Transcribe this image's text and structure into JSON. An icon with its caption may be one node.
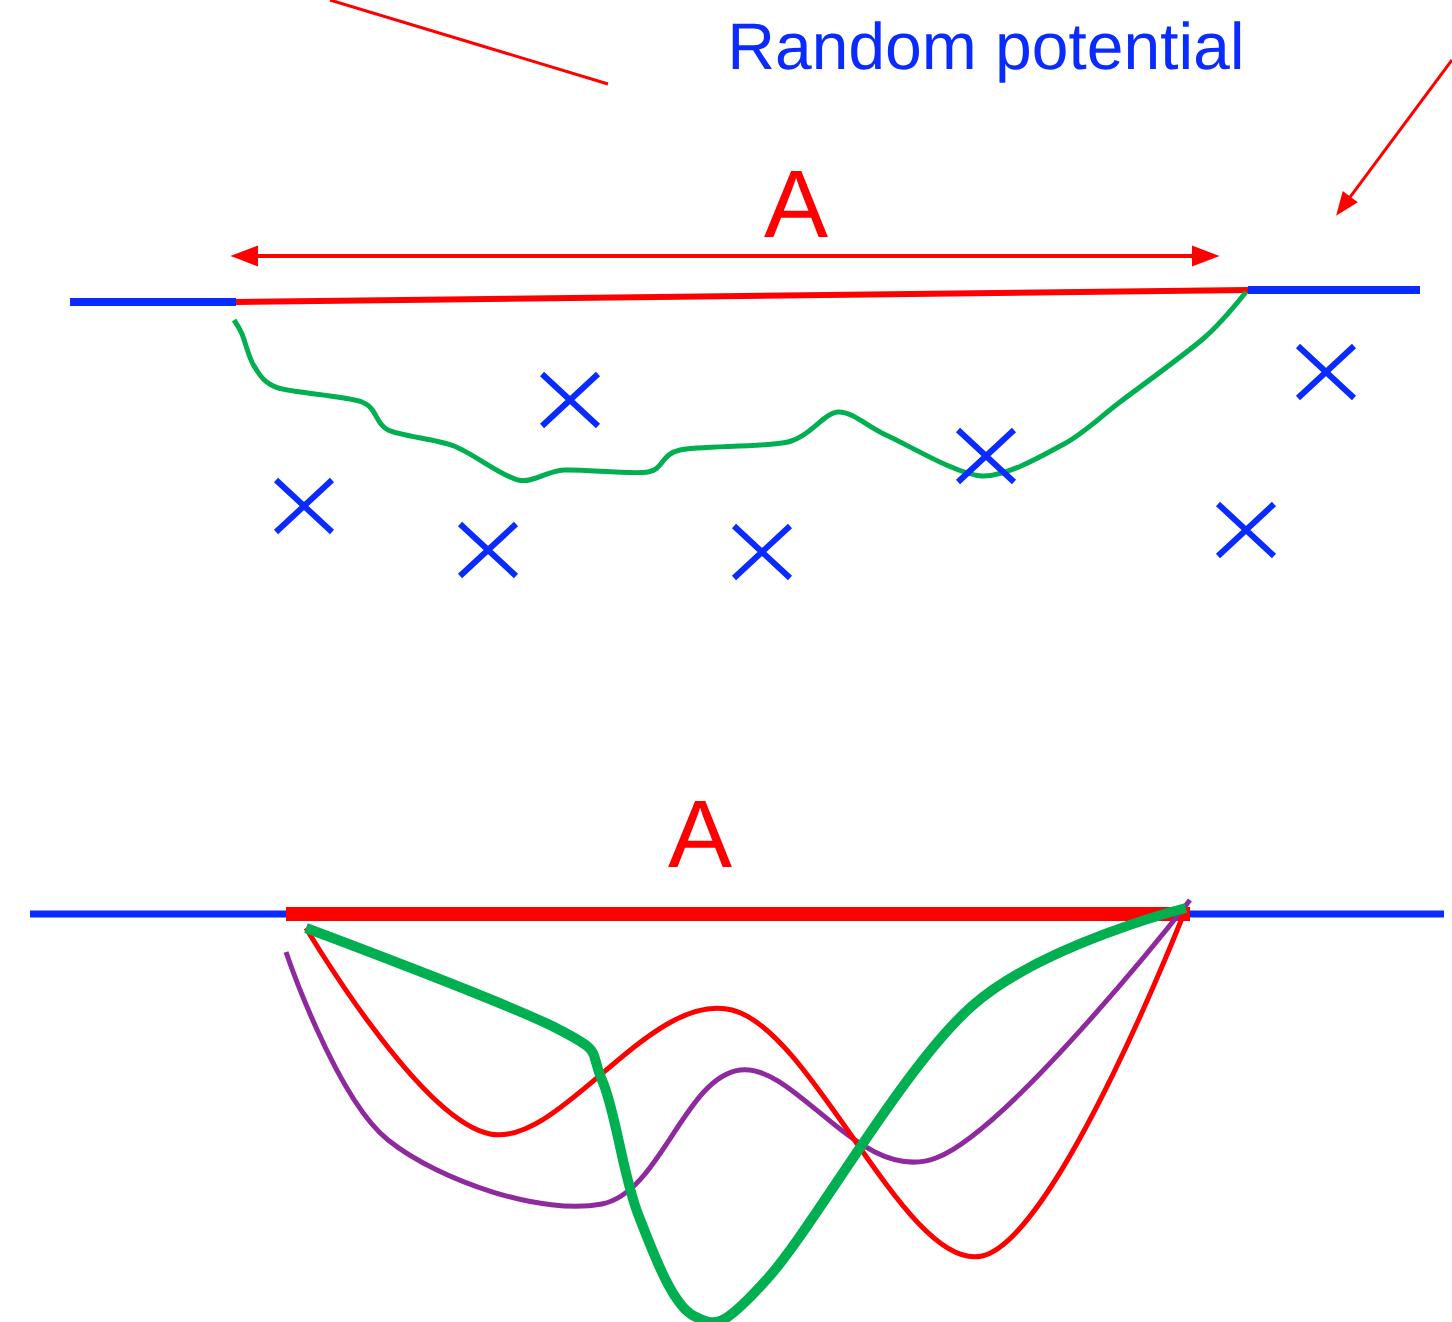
{
  "diagram": {
    "labels": [
      "Random potential",
      "A",
      "A"
    ]
  }
}
